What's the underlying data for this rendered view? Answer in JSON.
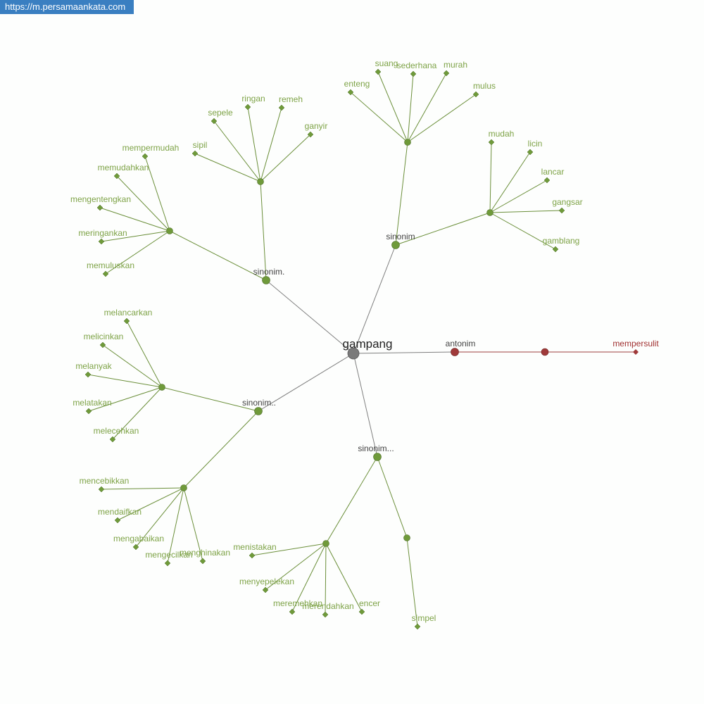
{
  "header": {
    "url": "https://m.persamaankata.com"
  },
  "colors": {
    "synonym_node": "#6f9a3a",
    "synonym_text": "#7ea347",
    "root_node": "#7a7a7a",
    "antonym": "#a03a3a"
  },
  "graph": {
    "root": "gampang",
    "relations": {
      "syn_top_right": "sinonim",
      "syn_top_left": "sinonim.",
      "syn_left": "sinonim..",
      "syn_bottom": "sinonim...",
      "antonym": "antonim"
    },
    "words": {
      "enteng": "enteng",
      "suang": "suang",
      "sederhana": "sederhana",
      "murah": "murah",
      "mulus": "mulus",
      "mudah": "mudah",
      "licin": "licin",
      "lancar": "lancar",
      "gangsar": "gangsar",
      "gamblang": "gamblang",
      "sepele": "sepele",
      "ringan": "ringan",
      "remeh": "remeh",
      "ganyir": "ganyir",
      "sipil": "sipil",
      "mempermudah": "mempermudah",
      "memudahkan": "memudahkan",
      "mengentengkan": "mengentengkan",
      "meringankan": "meringankan",
      "memuluskan": "memuluskan",
      "melancarkan": "melancarkan",
      "melicinkan": "melicinkan",
      "melanyak": "melanyak",
      "melatakan": "melatakan",
      "melecehkan": "melecehkan",
      "mencebikkan": "mencebikkan",
      "mendaifkan": "mendaifkan",
      "mengabaikan": "mengabaikan",
      "mengecilkan": "mengecilkan",
      "menghinakan": "menghinakan",
      "menistakan": "menistakan",
      "menyepelekan": "menyepelekan",
      "meremehkan": "meremehkan",
      "merendahkan": "merendahkan",
      "encer": "encer",
      "simpel": "simpel",
      "mempersulit": "mempersulit"
    }
  }
}
